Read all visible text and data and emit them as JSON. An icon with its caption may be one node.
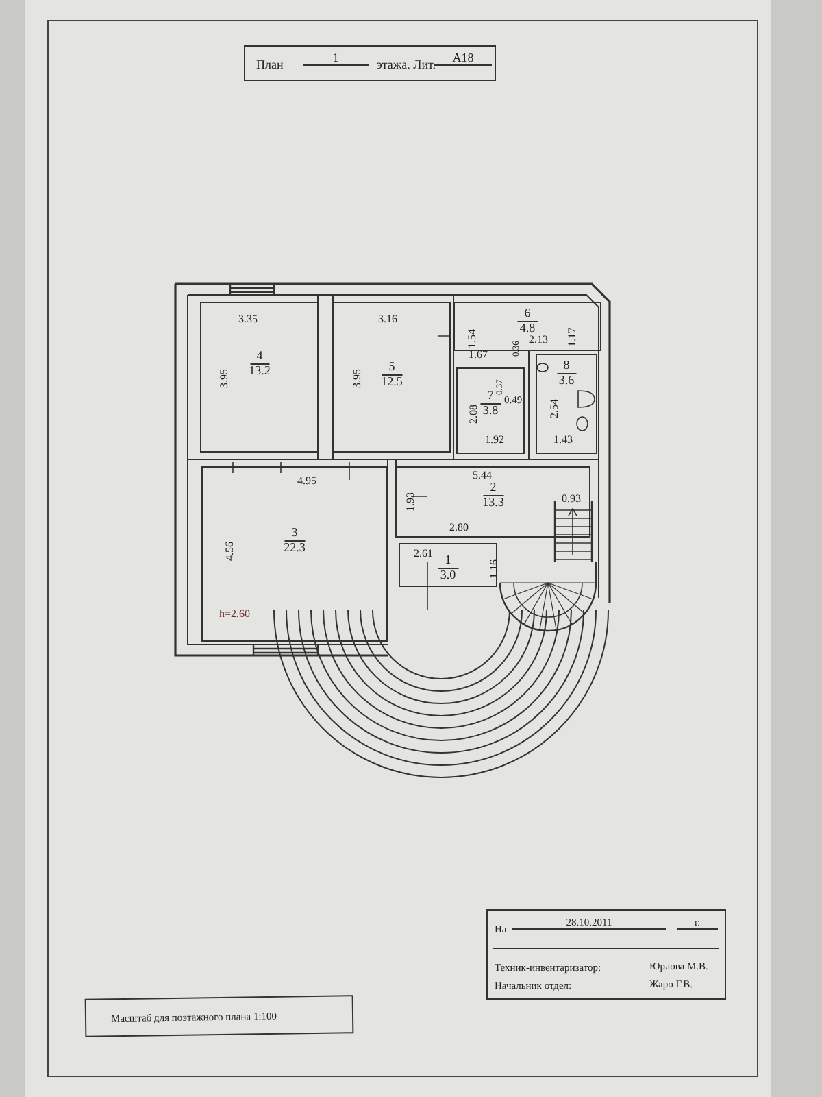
{
  "diagram": {
    "nodes": [
      {
        "text": [
          "План",
          "1",
          "этажа. Лит.",
          "А18"
        ]
      },
      {
        "text": [
          "4",
          "13.2"
        ]
      },
      {
        "text": [
          "5",
          "12.5"
        ]
      },
      {
        "text": [
          "6",
          "4.8"
        ]
      },
      {
        "text": [
          "7",
          "3.8"
        ]
      },
      {
        "text": [
          "8",
          "3.6"
        ]
      },
      {
        "text": [
          "3",
          "22.3"
        ]
      },
      {
        "text": [
          "2",
          "13.3"
        ]
      },
      {
        "text": [
          "1",
          "3.0"
        ]
      },
      {
        "text": [
          "На",
          "28.10.2011",
          "г.",
          "Техник-инвентаризатор:",
          "Юрлова М.В.",
          "Начальник отдел:",
          "Жаро Г.В."
        ]
      },
      {
        "text": [
          "Масштаб для поэтажного плана 1:100"
        ]
      }
    ],
    "labels": [
      "3.35",
      "3.16",
      "1.54",
      "1.17",
      "0.36",
      "2.13",
      "1.67",
      "3.95",
      "3.95",
      "0.37",
      "0.49",
      "2.08",
      "2.54",
      "1.92",
      "1.43",
      "4.95",
      "5.44",
      "1.93",
      "0.93",
      "2.80",
      "4.56",
      "2.61",
      "1.16",
      "h=2.60"
    ]
  }
}
